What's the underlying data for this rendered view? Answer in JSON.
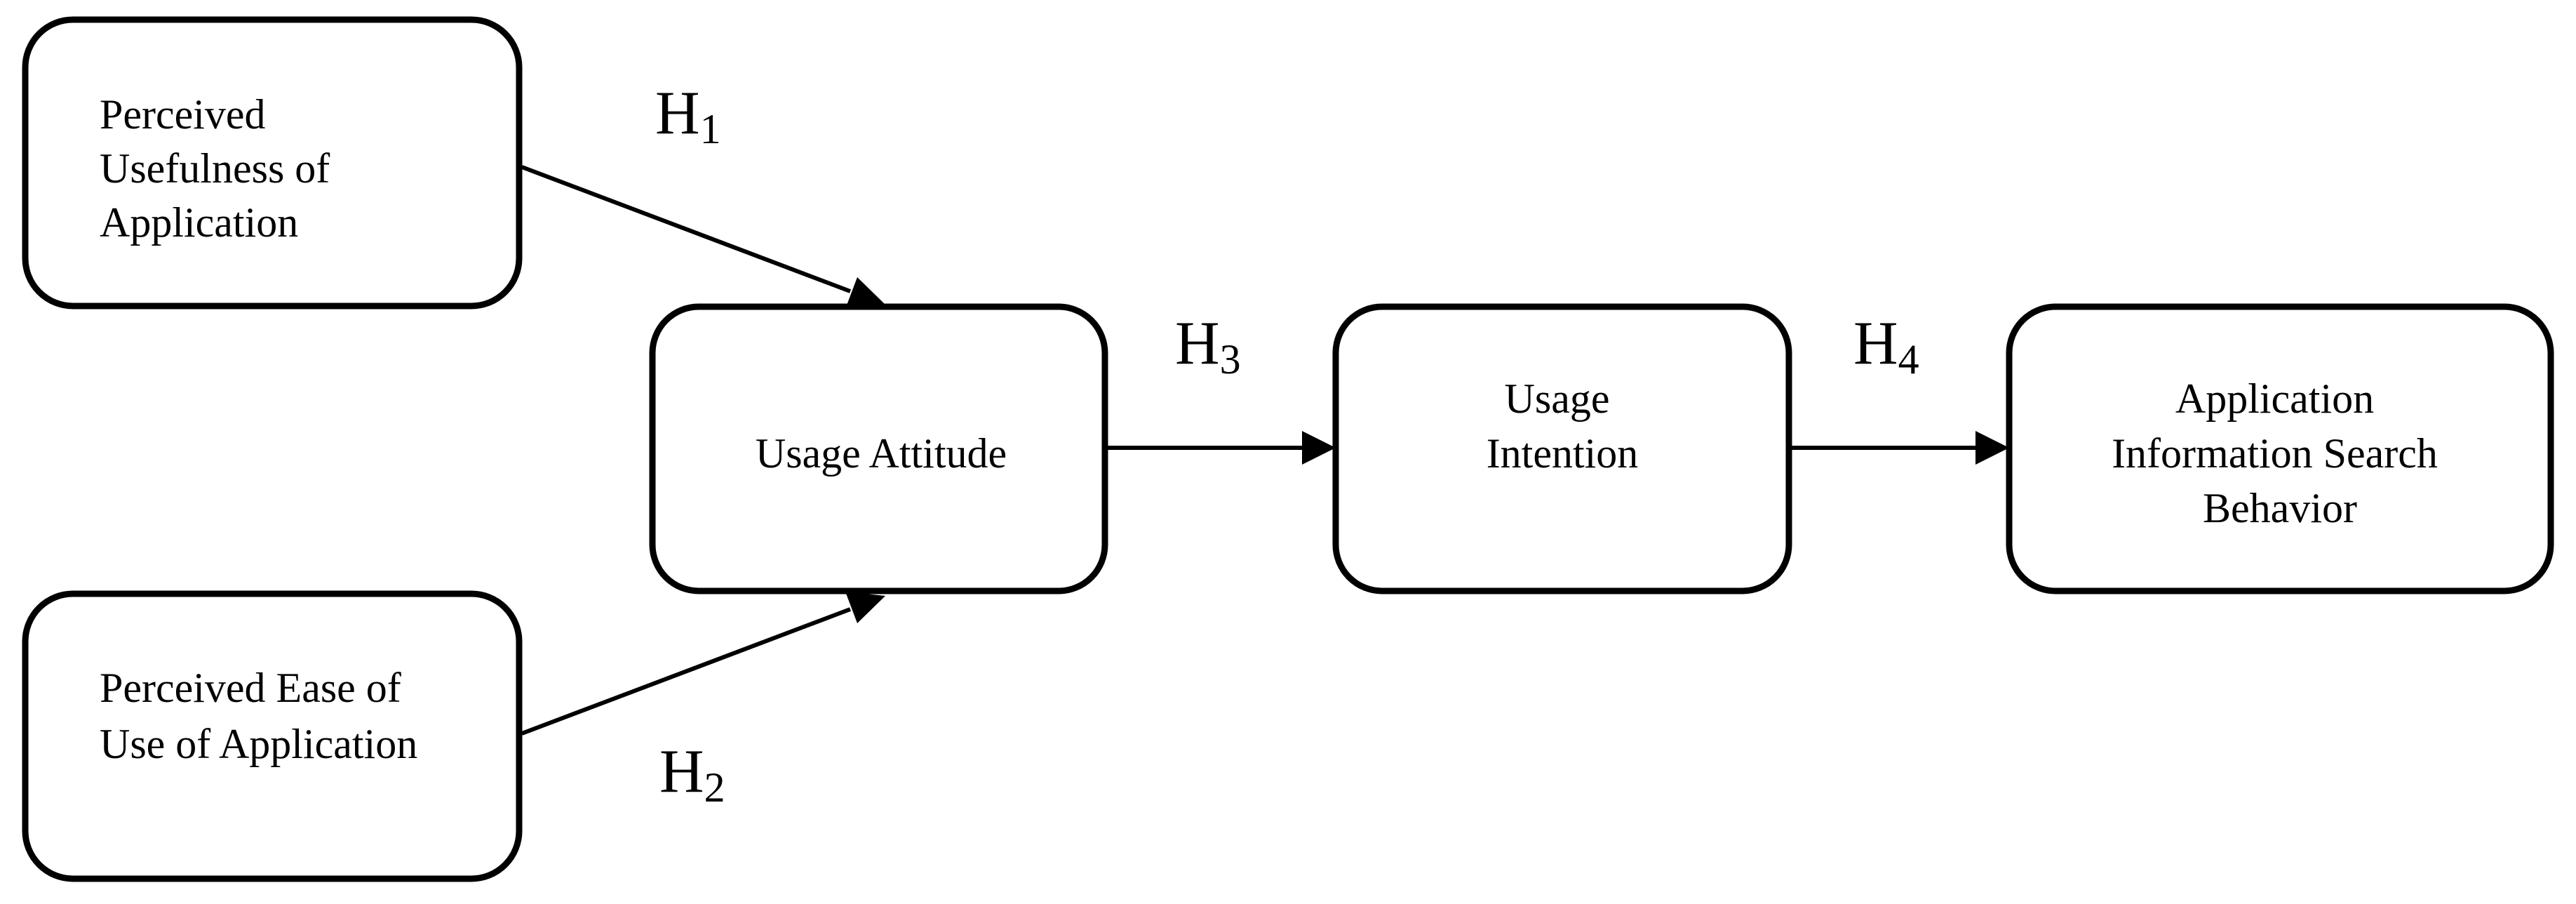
{
  "nodes": {
    "usefulness": {
      "lines": [
        "Perceived",
        "Usefulness of",
        "Application"
      ]
    },
    "ease": {
      "lines": [
        "Perceived Ease of",
        "Use of Application"
      ]
    },
    "attitude": {
      "lines": [
        "Usage Attitude"
      ]
    },
    "intention": {
      "lines": [
        "Usage",
        "Intention"
      ]
    },
    "search": {
      "lines": [
        "Application",
        "Information Search",
        "Behavior"
      ]
    }
  },
  "hypotheses": {
    "h1": {
      "letter": "H",
      "sub": "1"
    },
    "h2": {
      "letter": "H",
      "sub": "2"
    },
    "h3": {
      "letter": "H",
      "sub": "3"
    },
    "h4": {
      "letter": "H",
      "sub": "4"
    }
  },
  "colors": {
    "stroke": "#000000",
    "background": "#ffffff"
  }
}
